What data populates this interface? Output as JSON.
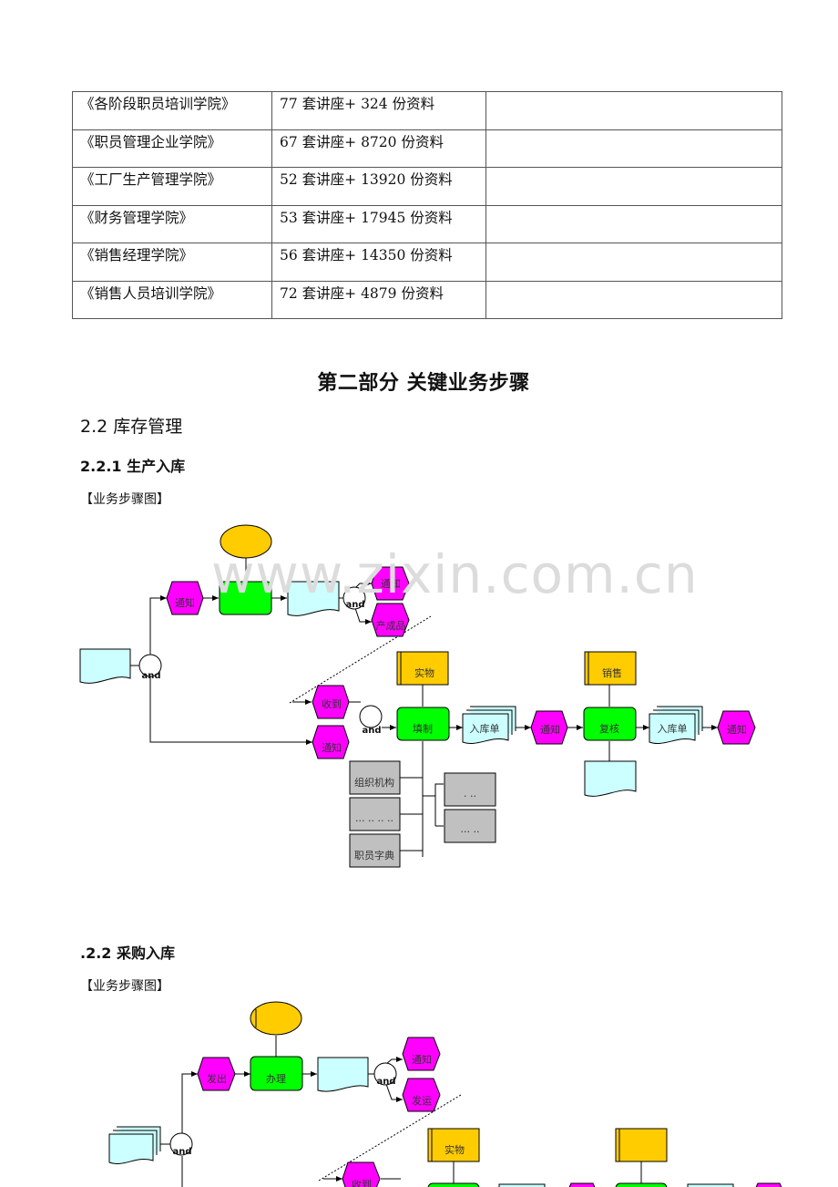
{
  "table": {
    "rows": [
      {
        "name": "《各阶段职员培训学院》",
        "content": "77 套讲座+ 324 份资料",
        "note": ""
      },
      {
        "name": "《职员管理企业学院》",
        "content": "67 套讲座+ 8720 份资料",
        "note": ""
      },
      {
        "name": "《工厂生产管理学院》",
        "content": "52 套讲座+ 13920 份资料",
        "note": ""
      },
      {
        "name": "《财务管理学院》",
        "content": "53 套讲座+ 17945 份资料",
        "note": ""
      },
      {
        "name": "《销售经理学院》",
        "content": "56 套讲座+ 14350 份资料",
        "note": ""
      },
      {
        "name": "《销售人员培训学院》",
        "content": "72 套讲座+ 4879 份资料",
        "note": ""
      }
    ]
  },
  "part_title": "第二部分  关键业务步骤",
  "section": {
    "number": "2.2",
    "title": "库存管理"
  },
  "sub1": {
    "number": "2.2.1",
    "title": "生产入库"
  },
  "sub2": {
    "number": ".2.2",
    "title": "采购入库"
  },
  "flow_label": "【业务步骤图】",
  "watermark": "www.zixin.com.cn",
  "d1": {
    "notify": "通知",
    "and": "and",
    "product": "产成品",
    "receive": "收到",
    "physical": "实物",
    "fill": "填制",
    "stock_in": "入库单",
    "review": "复核",
    "sales": "销售",
    "org": "组织机构",
    "staff_dict": "职员字典",
    "small1": "· ··",
    "small2": "··· ··",
    "dots3": "··· ·· ·· ··"
  },
  "d2": {
    "send_out": "发出",
    "handle": "办理",
    "notify": "通知",
    "ship": "发运",
    "physical": "实物",
    "receive": "收到",
    "and": "and"
  },
  "colors": {
    "event": "#ff00ff",
    "function": "#00ff00",
    "unit": "#ffcc00",
    "doc": "#ccffff",
    "system": "#c0c0c0"
  }
}
